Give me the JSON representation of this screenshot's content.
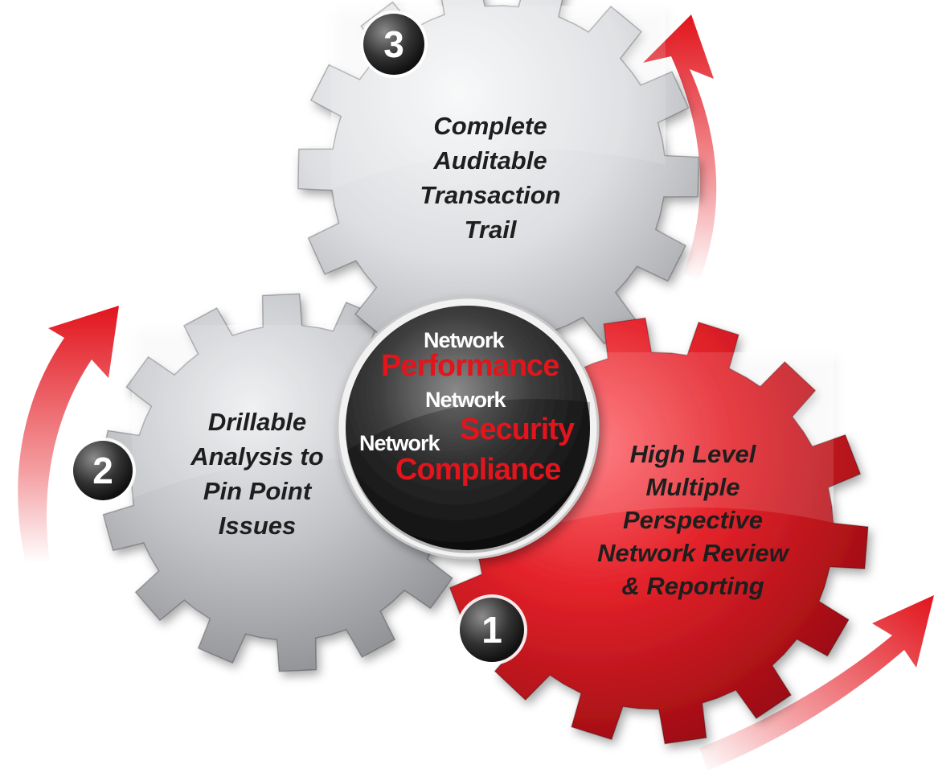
{
  "gears": [
    {
      "number": "1",
      "lines": [
        "High Level",
        "Multiple",
        "Perspective",
        "Network Review",
        "& Reporting"
      ],
      "color": "#d21820"
    },
    {
      "number": "2",
      "lines": [
        "Drillable",
        "Analysis to",
        "Pin Point",
        "Issues"
      ],
      "color": "#b9bbbf"
    },
    {
      "number": "3",
      "lines": [
        "Complete",
        "Auditable",
        "Transaction",
        "Trail"
      ],
      "color": "#d9dbde"
    }
  ],
  "hub": {
    "items": [
      {
        "prefix": "Network",
        "word": "Performance"
      },
      {
        "prefix": "Network",
        "word": "Security"
      },
      {
        "prefix": "Network",
        "word": "Compliance"
      }
    ],
    "colors": {
      "prefix": "#ffffff",
      "word": "#e2141c"
    }
  },
  "colors": {
    "accent_red": "#e2141c",
    "text_dark": "#1e1e1e",
    "badge": "#3c3c3c"
  }
}
